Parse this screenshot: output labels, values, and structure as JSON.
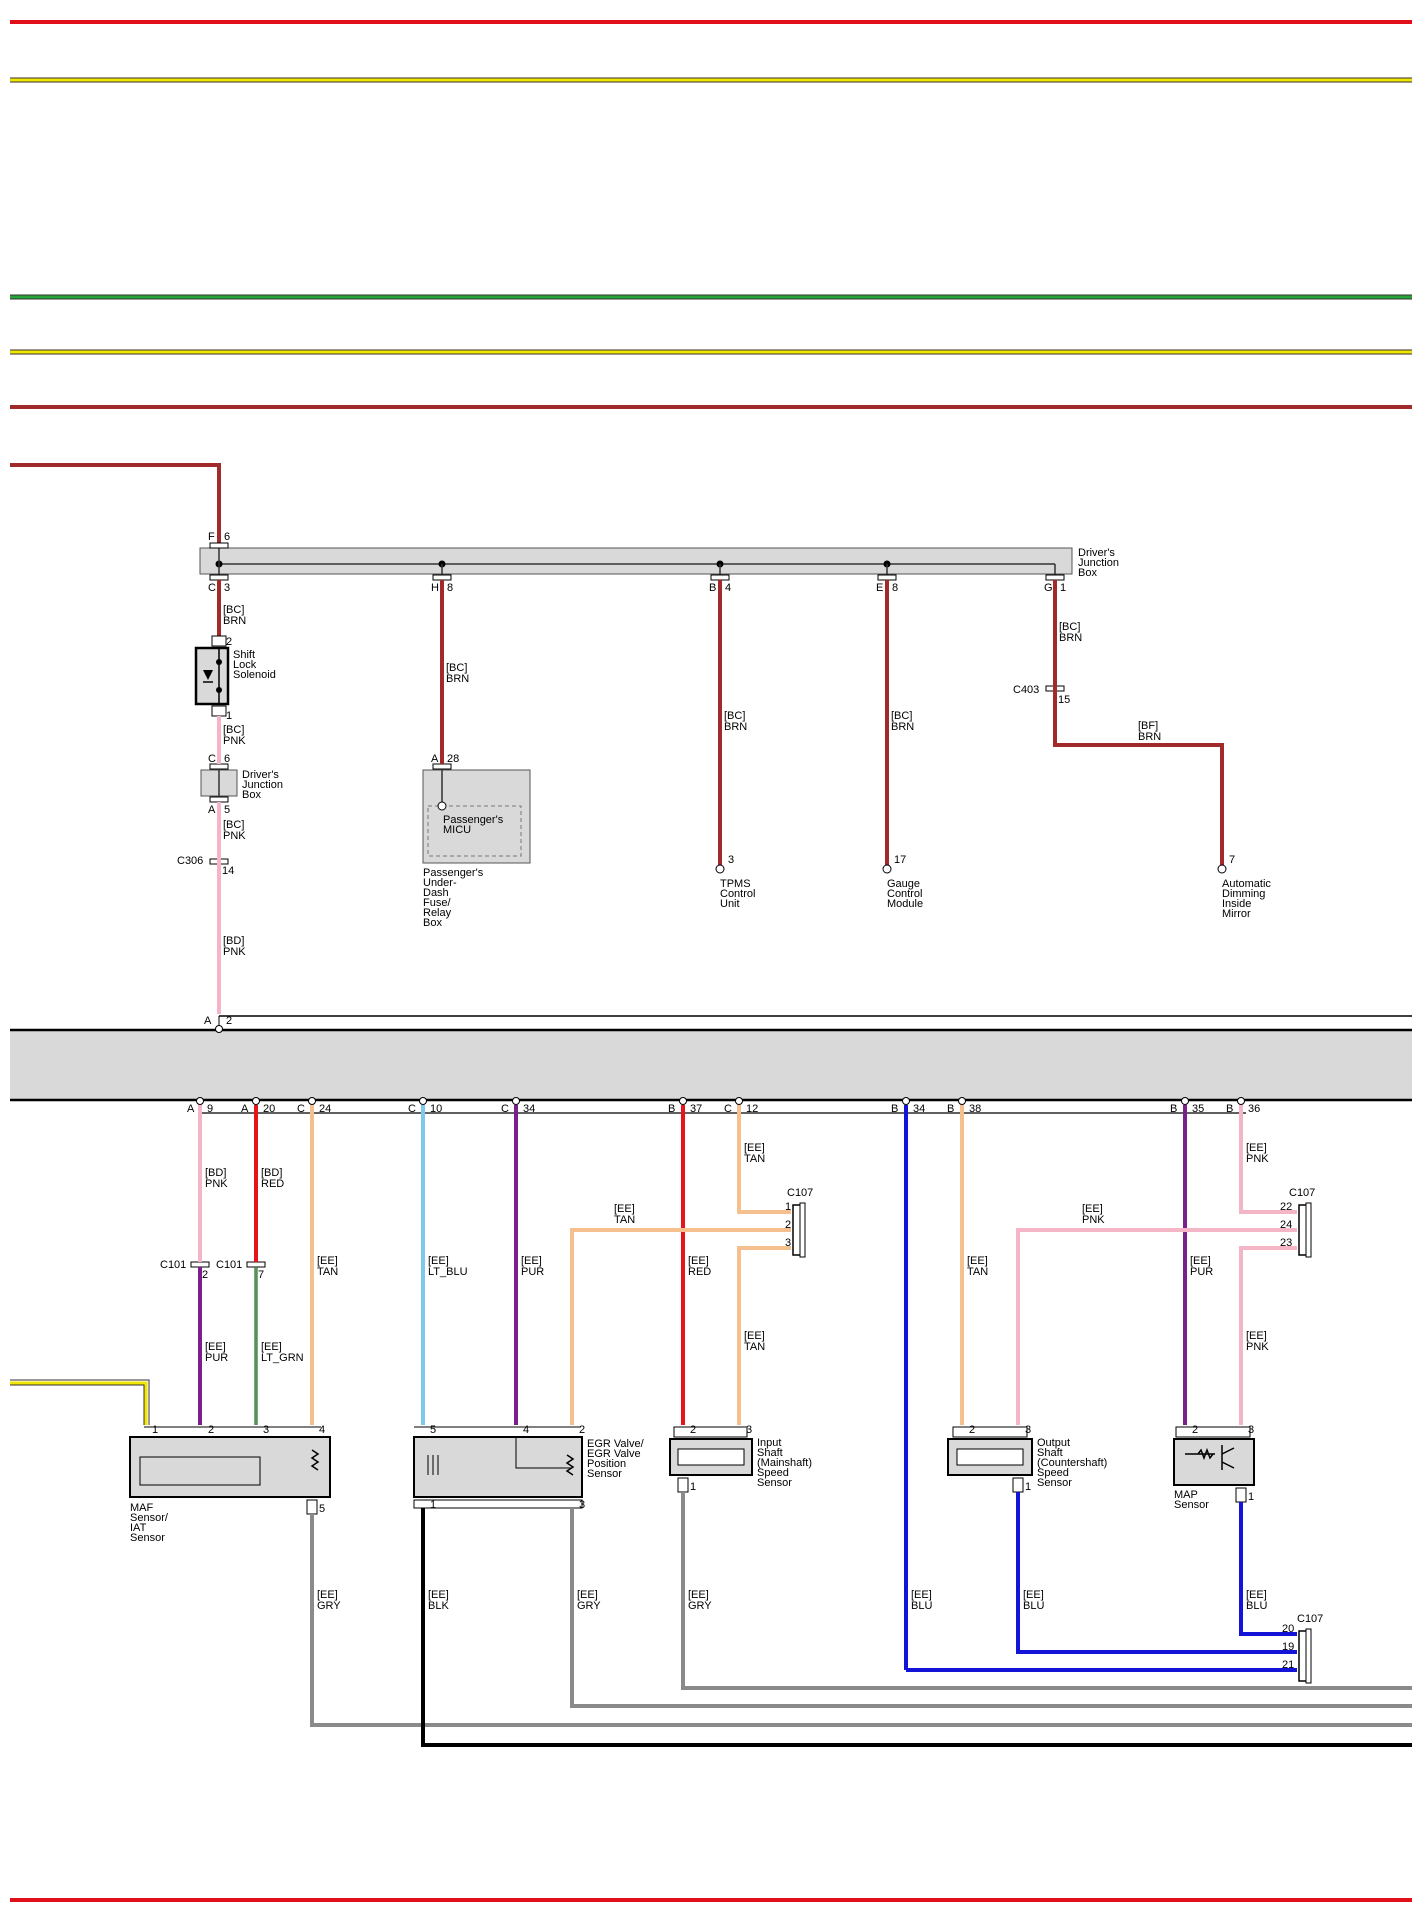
{
  "colors": {
    "BRN": "#a12a2a",
    "PNK": "#f4b6c6",
    "RED": "#e8141c",
    "PUR": "#7a1f8c",
    "TAN": "#f5c08e",
    "LT_BLU": "#7ec8ec",
    "LT_GRN": "#3aa33a",
    "GRY": "#8a8a8a",
    "BLK": "#000000",
    "BLU": "#1414d8",
    "YEL": "#f0e600",
    "GRN": "#27a33a",
    "RAIL_RED": "#e0101a",
    "box_fill": "#d9d9d9"
  },
  "components": {
    "drivers_jb_top": [
      "Driver's",
      "Junction",
      "Box"
    ],
    "shift_lock": [
      "Shift",
      "Lock",
      "Solenoid"
    ],
    "drivers_jb_small": [
      "Driver's",
      "Junction",
      "Box"
    ],
    "micu_inner": [
      "Passenger's",
      "MICU"
    ],
    "pass_fuse_box": [
      "Passenger's",
      "Under-",
      "Dash",
      "Fuse/",
      "Relay",
      "Box"
    ],
    "tpms": [
      "TPMS",
      "Control",
      "Unit"
    ],
    "gauge": [
      "Gauge",
      "Control",
      "Module"
    ],
    "mirror": [
      "Automatic",
      "Dimming",
      "Inside",
      "Mirror"
    ],
    "maf": [
      "MAF",
      "Sensor/",
      "IAT",
      "Sensor"
    ],
    "egr": [
      "EGR Valve/",
      "EGR Valve",
      "Position",
      "Sensor"
    ],
    "input_shaft": [
      "Input",
      "Shaft",
      "(Mainshaft)",
      "Speed",
      "Sensor"
    ],
    "output_shaft": [
      "Output",
      "Shaft",
      "(Countershaft)",
      "Speed",
      "Sensor"
    ],
    "map": [
      "MAP",
      "Sensor"
    ]
  },
  "wire_labels": [
    {
      "id": "w1",
      "lines": [
        "[BC]",
        "BRN"
      ]
    },
    {
      "id": "w2",
      "lines": [
        "[BC]",
        "PNK"
      ]
    },
    {
      "id": "w3",
      "lines": [
        "[BC]",
        "PNK"
      ]
    },
    {
      "id": "w4",
      "lines": [
        "[BD]",
        "PNK"
      ]
    },
    {
      "id": "w5",
      "lines": [
        "[BC]",
        "BRN"
      ]
    },
    {
      "id": "w6",
      "lines": [
        "[BC]",
        "BRN"
      ]
    },
    {
      "id": "w7",
      "lines": [
        "[BC]",
        "BRN"
      ]
    },
    {
      "id": "w8",
      "lines": [
        "[BC]",
        "BRN"
      ]
    },
    {
      "id": "w9",
      "lines": [
        "[BF]",
        "BRN"
      ]
    },
    {
      "id": "w10",
      "lines": [
        "[BD]",
        "PNK"
      ]
    },
    {
      "id": "w11",
      "lines": [
        "[BD]",
        "RED"
      ]
    },
    {
      "id": "w12",
      "lines": [
        "[EE]",
        "PUR"
      ]
    },
    {
      "id": "w13",
      "lines": [
        "[EE]",
        "LT_GRN"
      ]
    },
    {
      "id": "w14",
      "lines": [
        "[EE]",
        "TAN"
      ]
    },
    {
      "id": "w15",
      "lines": [
        "[EE]",
        "LT_BLU"
      ]
    },
    {
      "id": "w16",
      "lines": [
        "[EE]",
        "PUR"
      ]
    },
    {
      "id": "w17",
      "lines": [
        "[EE]",
        "TAN"
      ]
    },
    {
      "id": "w18",
      "lines": [
        "[EE]",
        "RED"
      ]
    },
    {
      "id": "w19",
      "lines": [
        "[EE]",
        "TAN"
      ]
    },
    {
      "id": "w20",
      "lines": [
        "[EE]",
        "TAN"
      ]
    },
    {
      "id": "w21",
      "lines": [
        "[EE]",
        "TAN"
      ]
    },
    {
      "id": "w22",
      "lines": [
        "[EE]",
        "PNK"
      ]
    },
    {
      "id": "w23",
      "lines": [
        "[EE]",
        "PUR"
      ]
    },
    {
      "id": "w24",
      "lines": [
        "[EE]",
        "PNK"
      ]
    },
    {
      "id": "w25",
      "lines": [
        "[EE]",
        "PNK"
      ]
    },
    {
      "id": "w26",
      "lines": [
        "[EE]",
        "GRY"
      ]
    },
    {
      "id": "w27",
      "lines": [
        "[EE]",
        "BLK"
      ]
    },
    {
      "id": "w28",
      "lines": [
        "[EE]",
        "GRY"
      ]
    },
    {
      "id": "w29",
      "lines": [
        "[EE]",
        "GRY"
      ]
    },
    {
      "id": "w30",
      "lines": [
        "[EE]",
        "BLU"
      ]
    },
    {
      "id": "w31",
      "lines": [
        "[EE]",
        "BLU"
      ]
    },
    {
      "id": "w32",
      "lines": [
        "[EE]",
        "BLU"
      ]
    }
  ],
  "pins": [
    {
      "id": "p1",
      "conn": "F",
      "pin": "6"
    },
    {
      "id": "p2",
      "conn": "C",
      "pin": "3"
    },
    {
      "id": "p3",
      "conn": "H",
      "pin": "8"
    },
    {
      "id": "p4",
      "conn": "B",
      "pin": "4"
    },
    {
      "id": "p5",
      "conn": "E",
      "pin": "8"
    },
    {
      "id": "p6",
      "conn": "G",
      "pin": "1"
    },
    {
      "id": "p7",
      "conn": "",
      "pin": "2"
    },
    {
      "id": "p8",
      "conn": "",
      "pin": "1"
    },
    {
      "id": "p9",
      "conn": "C",
      "pin": "6"
    },
    {
      "id": "p10",
      "conn": "A",
      "pin": "5"
    },
    {
      "id": "p11",
      "conn": "A",
      "pin": "28"
    },
    {
      "id": "p12",
      "conn": "",
      "pin": "3"
    },
    {
      "id": "p13",
      "conn": "",
      "pin": "17"
    },
    {
      "id": "p14",
      "conn": "",
      "pin": "7"
    },
    {
      "id": "p15",
      "conn": "A",
      "pin": "2"
    },
    {
      "id": "p16",
      "conn": "A",
      "pin": "9"
    },
    {
      "id": "p17",
      "conn": "A",
      "pin": "20"
    },
    {
      "id": "p18",
      "conn": "C",
      "pin": "24"
    },
    {
      "id": "p19",
      "conn": "C",
      "pin": "10"
    },
    {
      "id": "p20",
      "conn": "C",
      "pin": "34"
    },
    {
      "id": "p21",
      "conn": "B",
      "pin": "37"
    },
    {
      "id": "p22",
      "conn": "C",
      "pin": "12"
    },
    {
      "id": "p23",
      "conn": "B",
      "pin": "34"
    },
    {
      "id": "p24",
      "conn": "B",
      "pin": "38"
    },
    {
      "id": "p25",
      "conn": "B",
      "pin": "35"
    },
    {
      "id": "p26",
      "conn": "B",
      "pin": "36"
    },
    {
      "id": "p27",
      "conn": "C403",
      "pin": "15"
    },
    {
      "id": "p28",
      "conn": "C306",
      "pin": "14"
    },
    {
      "id": "p29",
      "conn": "C101",
      "pin": "2"
    },
    {
      "id": "p30",
      "conn": "C101",
      "pin": "7"
    }
  ],
  "c107_groups": [
    {
      "id": "g1",
      "label": "C107",
      "pins": [
        "1",
        "2",
        "3"
      ]
    },
    {
      "id": "g2",
      "label": "C107",
      "pins": [
        "22",
        "24",
        "23"
      ]
    },
    {
      "id": "g3",
      "label": "C107",
      "pins": [
        "20",
        "19",
        "21"
      ]
    }
  ],
  "component_pins": {
    "maf": [
      "1",
      "2",
      "3",
      "4",
      "5"
    ],
    "egr": [
      "5",
      "4",
      "2",
      "1",
      "3"
    ],
    "input": [
      "2",
      "3",
      "1"
    ],
    "output": [
      "2",
      "3",
      "1"
    ],
    "map": [
      "2",
      "3",
      "1"
    ]
  }
}
